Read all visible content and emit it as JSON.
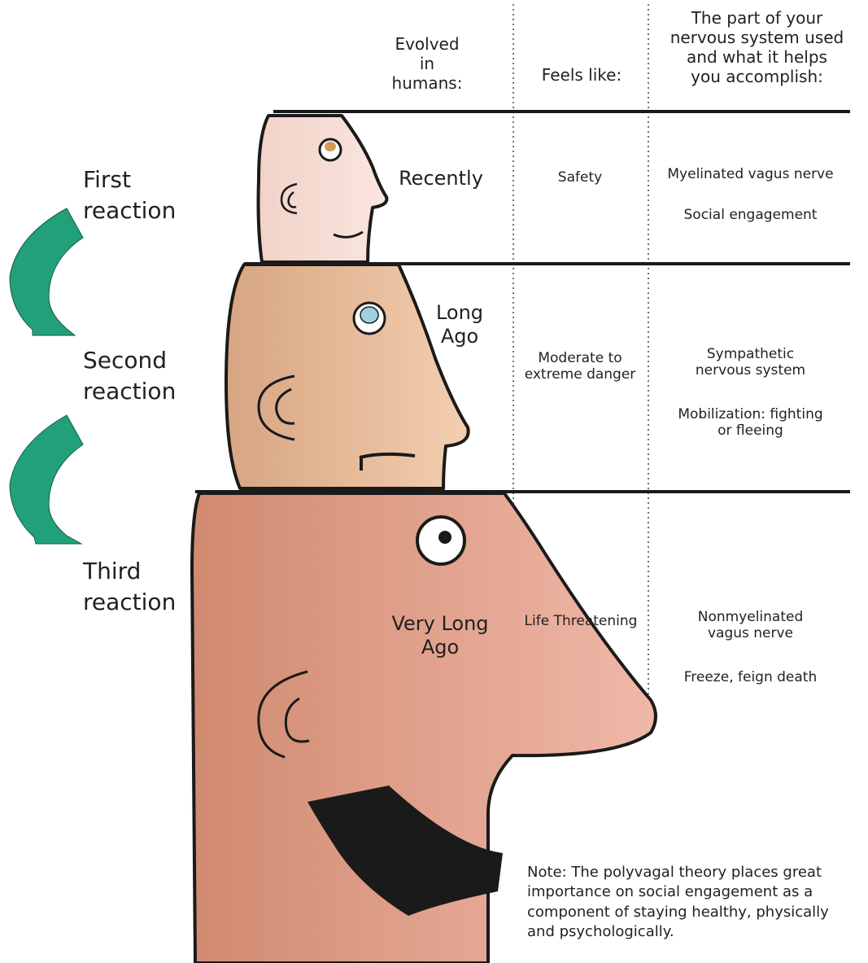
{
  "colors": {
    "arrow": "#22a07a",
    "arrow_dark": "#10755a",
    "head_small": "#f4d7cf",
    "head_medium": "#e3b796",
    "head_large": "#dc9c85",
    "mouth": "#1a1a1a",
    "eye_blue": "#9fd0e0",
    "eye_orange": "#d49a53"
  },
  "header": {
    "evolved": "Evolved\nin\nhumans:",
    "feels": "Feels like:",
    "system": "The part of your\nnervous system used\nand what it helps\nyou accomplish:"
  },
  "reactions": [
    {
      "label": "First\nreaction"
    },
    {
      "label": "Second\nreaction"
    },
    {
      "label": "Third\nreaction"
    }
  ],
  "rows": [
    {
      "evolved": "Recently",
      "feels": "Safety",
      "system": "Myelinated vagus nerve",
      "purpose": "Social engagement",
      "head": "small-face-icon"
    },
    {
      "evolved": "Long\nAgo",
      "feels": "Moderate to\nextreme danger",
      "system": "Sympathetic\nnervous system",
      "purpose": "Mobilization: fighting\nor fleeing",
      "head": "medium-face-icon"
    },
    {
      "evolved": "Very Long\nAgo",
      "feels": "Life Threatening",
      "system": "Nonmyelinated\nvagus nerve",
      "purpose": "Freeze, feign death",
      "head": "large-face-icon"
    }
  ],
  "note": "Note: The polyvagal theory places great\nimportance on social engagement as a\ncomponent of staying healthy, physically\nand psychologically."
}
